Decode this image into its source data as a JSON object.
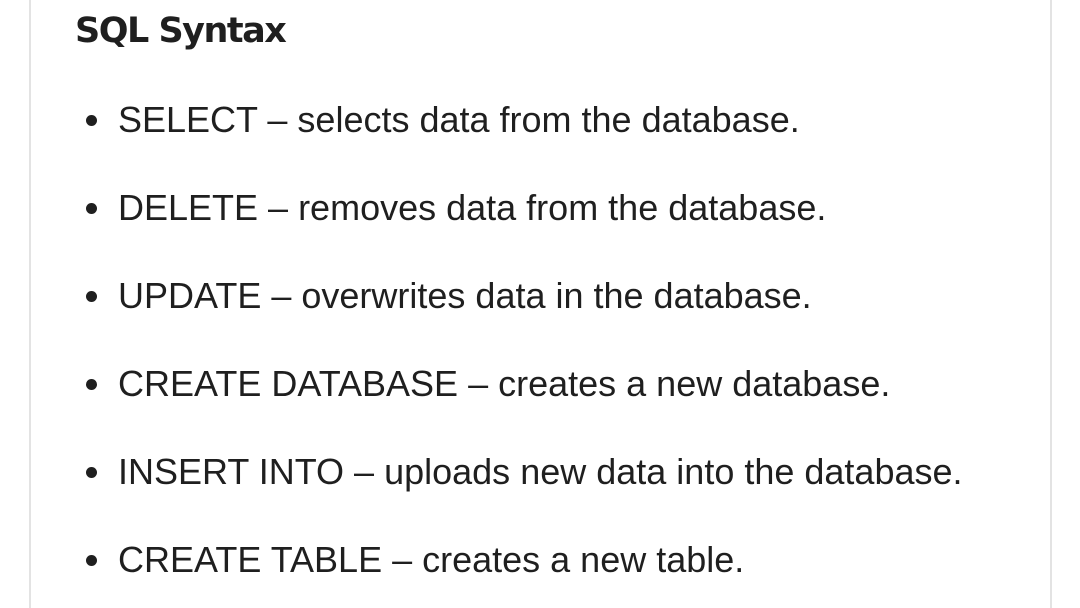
{
  "section": {
    "title": "SQL Syntax",
    "items": [
      {
        "text": "SELECT – selects data from the database."
      },
      {
        "text": "DELETE – removes data from the database."
      },
      {
        "text": "UPDATE – overwrites data in the database."
      },
      {
        "text": "CREATE DATABASE – creates a new database."
      },
      {
        "text": "INSERT INTO – uploads new data into the database."
      },
      {
        "text": "CREATE TABLE – creates a new table."
      }
    ]
  },
  "colors": {
    "text": "#1f1f1f",
    "card_border": "#e3e3e3",
    "background": "#ffffff"
  }
}
